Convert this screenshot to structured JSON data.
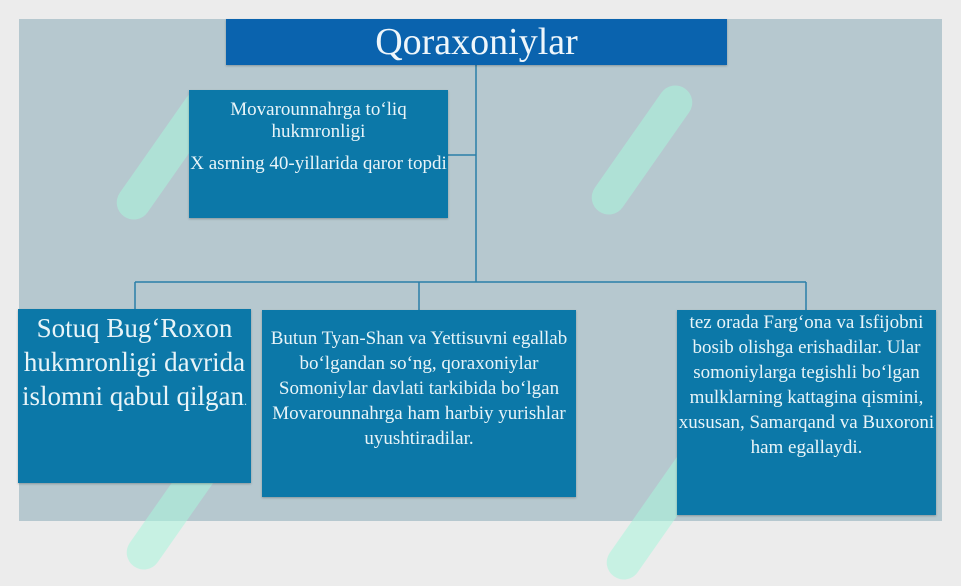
{
  "title": "Qoraxoniylar",
  "top_box": {
    "line1": "Movarounnahrga to‘liq hukmronligi",
    "line2": "X asrning 40-yillarida qaror topdi"
  },
  "left_box": {
    "text": "Sotuq Bug‘Roxon hukmronligi davrida  islomni qabul qilgan",
    "trailing": "."
  },
  "mid_box": {
    "text": "Butun Tyan-Shan va Yettisuvni egallab bo‘lgandan so‘ng, qoraxoniylar Somoniylar davlati tarkibida bo‘lgan Movarounnahrga ham harbiy yurishlar uyushtiradilar."
  },
  "right_box": {
    "text": "tez orada Farg‘ona va Isfijobni bosib olishga erishadilar. Ular somoniylarga tegishli bo‘lgan mulklarning kattagina qismini, xususan, Samarqand va Buxoroni ham egallaydi."
  },
  "colors": {
    "panel": "#b6c8cf",
    "title_box": "#0a63ae",
    "box": "#0c78a8",
    "connector": "#2a7fa8"
  }
}
